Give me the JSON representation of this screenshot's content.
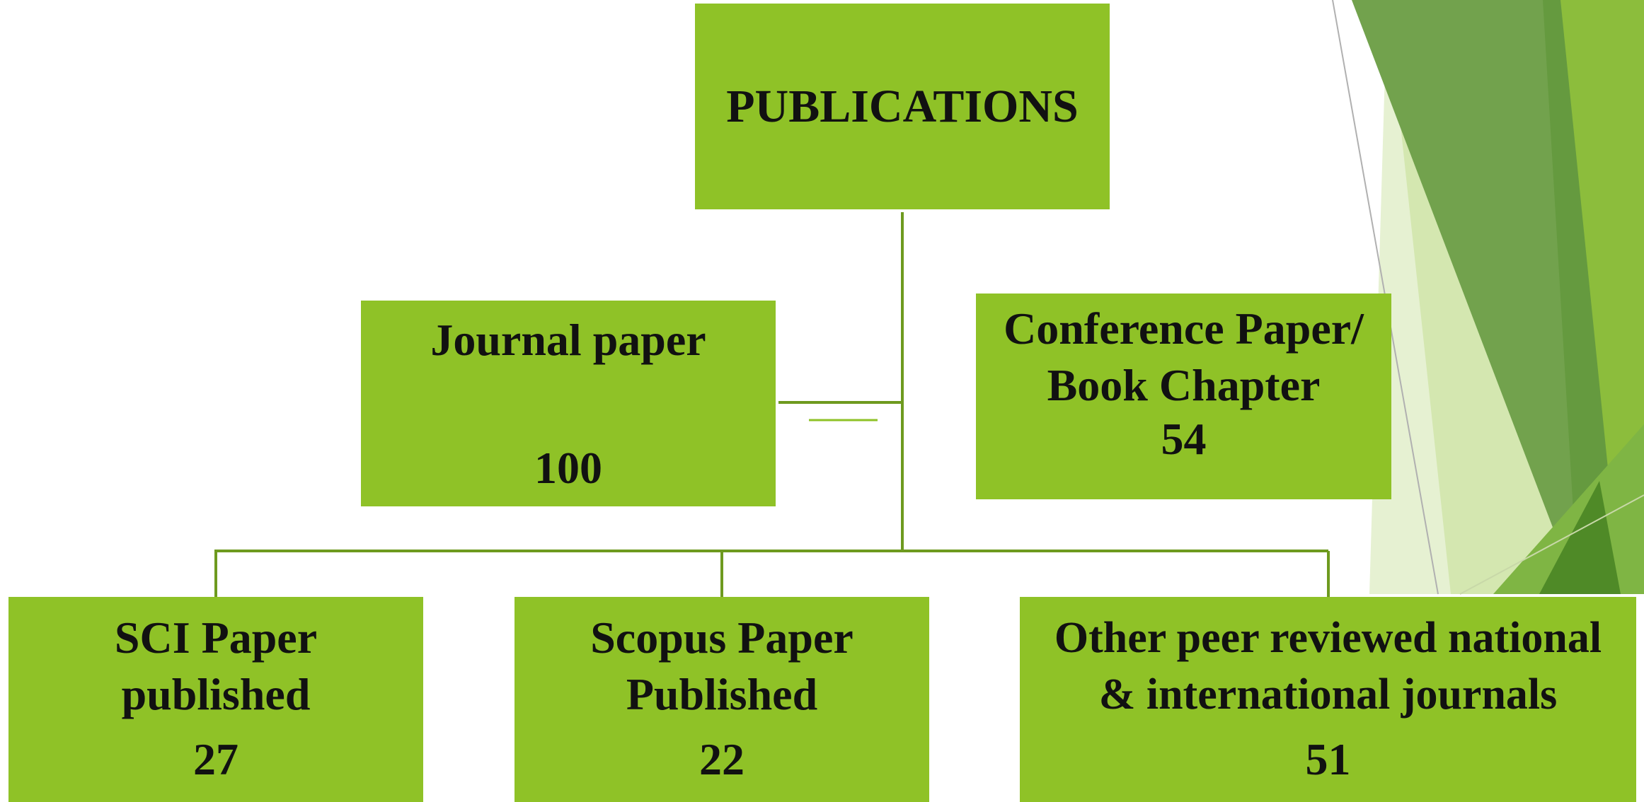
{
  "diagram": {
    "root": {
      "label": "PUBLICATIONS"
    },
    "journal": {
      "label": "Journal paper",
      "count": "100"
    },
    "conference": {
      "label": "Conference Paper/\nBook Chapter",
      "count": "54"
    },
    "sci": {
      "label": "SCI Paper\npublished",
      "count": "27"
    },
    "scopus": {
      "label": "Scopus Paper\nPublished",
      "count": "22"
    },
    "other": {
      "label": "Other peer reviewed national\n& international journals",
      "count": "51"
    }
  },
  "colors": {
    "node_fill": "#8fc227",
    "connector": "#6e9a1f",
    "decor_dark": "#5f9136",
    "decor_light": "#d6e8b4"
  }
}
